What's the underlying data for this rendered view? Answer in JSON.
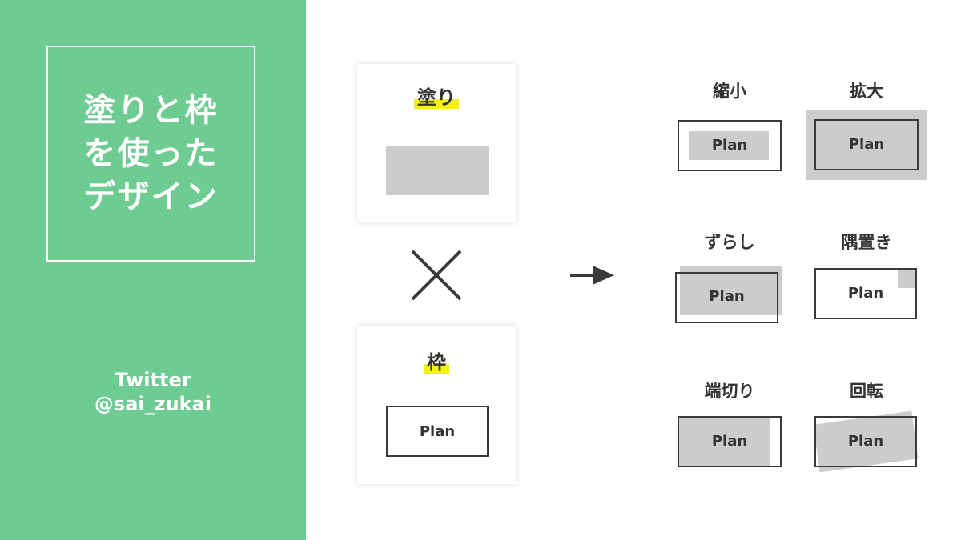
{
  "sidebar": {
    "title_lines": [
      "塗りと枠",
      "を使った",
      "デザイン"
    ],
    "handle_lines": [
      "Twitter",
      "@sai_zukai"
    ]
  },
  "cards": {
    "fill": {
      "label": "塗り"
    },
    "frame": {
      "label": "枠",
      "sample_text": "Plan"
    }
  },
  "variations": [
    {
      "label": "縮小",
      "text": "Plan"
    },
    {
      "label": "拡大",
      "text": "Plan"
    },
    {
      "label": "ずらし",
      "text": "Plan"
    },
    {
      "label": "隅置き",
      "text": "Plan"
    },
    {
      "label": "端切り",
      "text": "Plan"
    },
    {
      "label": "回転",
      "text": "Plan"
    }
  ],
  "colors": {
    "sidebar_green": "#6ecb91",
    "highlight_yellow": "#f3f01e",
    "fill_gray": "#cccccc",
    "frame_dark": "#3a3a3a"
  },
  "icons": [
    "cross-icon",
    "arrow-right-icon"
  ]
}
